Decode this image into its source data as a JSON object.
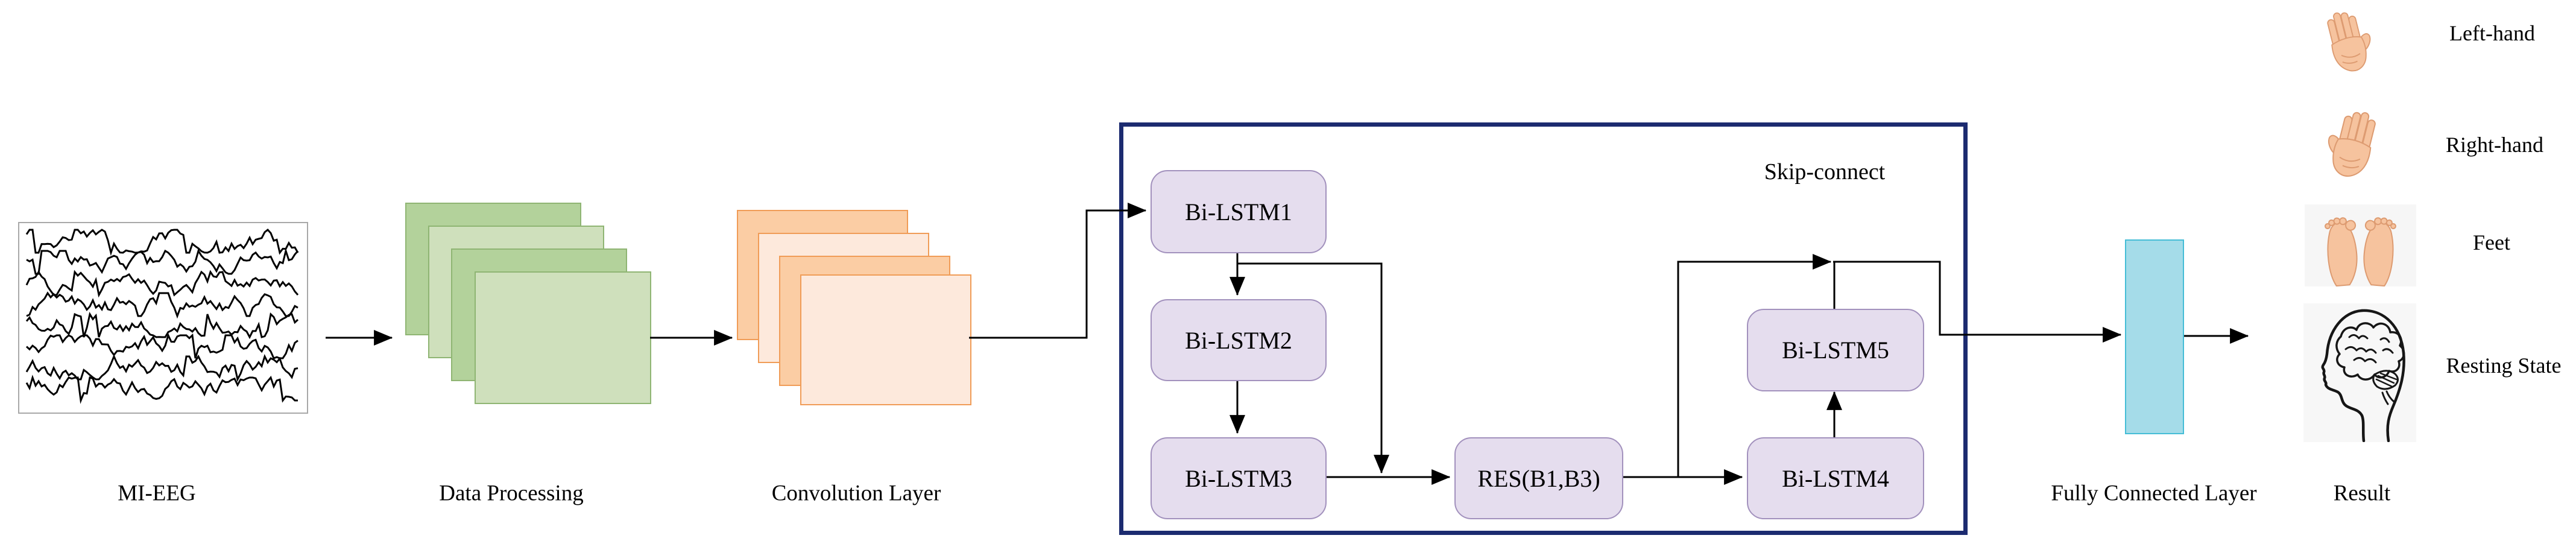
{
  "pipeline": {
    "mi_eeg_label": "MI-EEG",
    "data_processing_label": "Data Processing",
    "convolution_label": "Convolution Layer",
    "fully_connected_label": "Fully Connected Layer",
    "result_label": "Result"
  },
  "lstm_block": {
    "skip_connect_label": "Skip-connect",
    "nodes": [
      {
        "id": "b1",
        "label": "Bi-LSTM1"
      },
      {
        "id": "b2",
        "label": "Bi-LSTM2"
      },
      {
        "id": "b3",
        "label": "Bi-LSTM3"
      },
      {
        "id": "res",
        "label": "RES(B1,B3)"
      },
      {
        "id": "b4",
        "label": "Bi-LSTM4"
      },
      {
        "id": "b5",
        "label": "Bi-LSTM5"
      }
    ]
  },
  "result_classes": [
    {
      "label": "Left-hand",
      "icon": "left-hand-icon"
    },
    {
      "label": "Right-hand",
      "icon": "right-hand-icon"
    },
    {
      "label": "Feet",
      "icon": "feet-icon"
    },
    {
      "label": "Resting State",
      "icon": "brain-icon"
    }
  ],
  "colors": {
    "navy_border": "#1c2b70",
    "node_fill": "#e5ddee",
    "node_border": "#a291bd",
    "green_dark": "#b3d29b",
    "green_light": "#cfe0bc",
    "green_border": "#8fb573",
    "orange_dark": "#fbcda4",
    "orange_light": "#fde9dc",
    "orange_border": "#f09c57",
    "cyan_fill": "#a5dce9",
    "cyan_border": "#45bdd6",
    "eeg_trace": "#232a7c",
    "connector": "#000000",
    "skin": "#f6c39e",
    "skin_outline": "#dd9b71"
  }
}
